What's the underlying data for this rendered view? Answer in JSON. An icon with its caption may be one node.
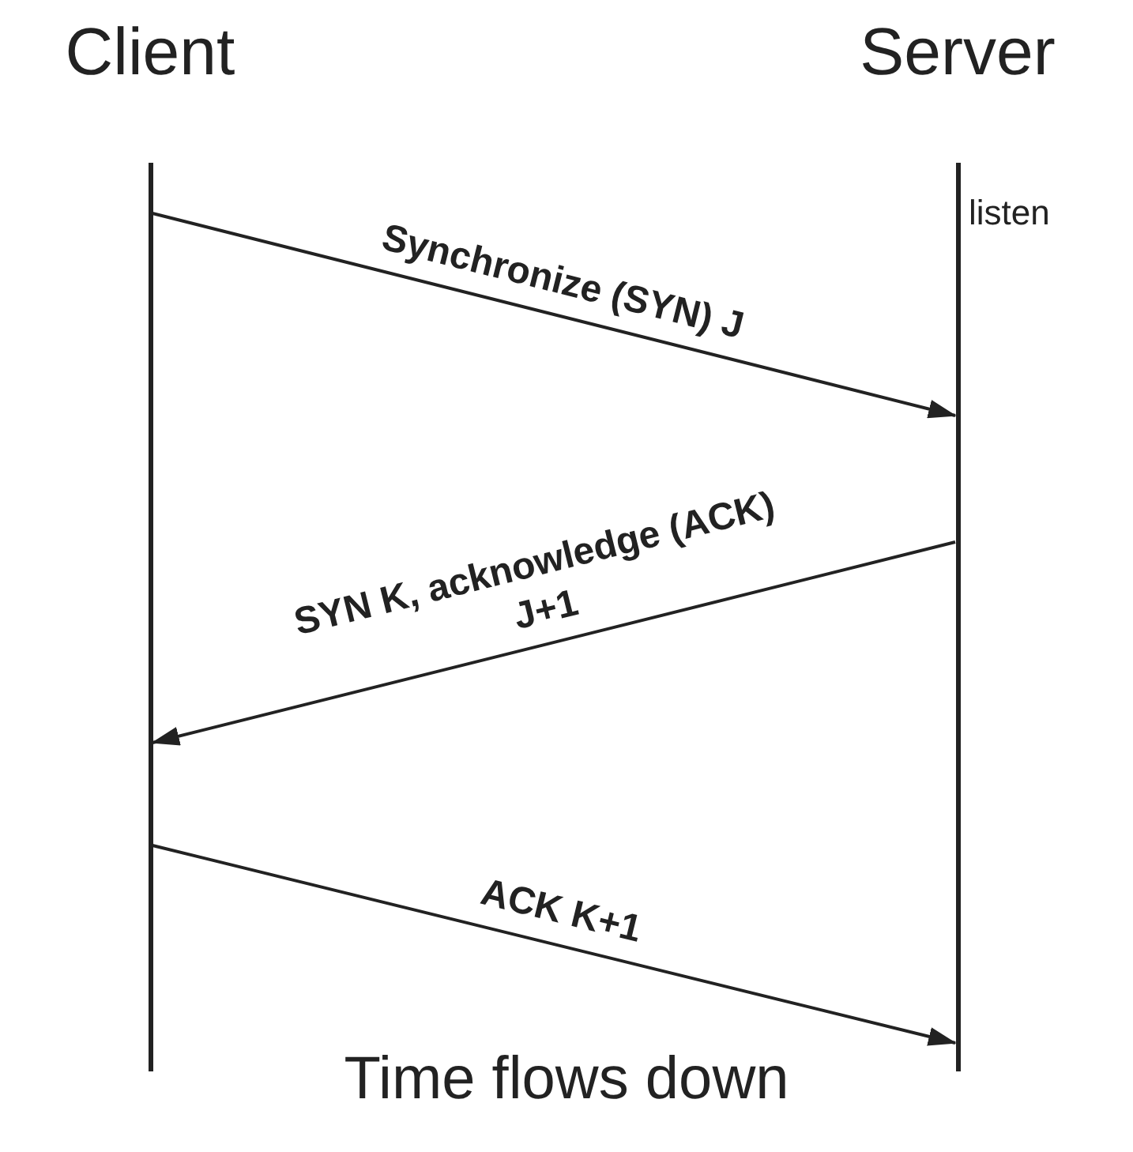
{
  "diagram": {
    "caption": "Time flows down",
    "nodes": [
      {
        "text": [
          "Client"
        ]
      },
      {
        "text": [
          "Server"
        ],
        "beside": [
          "listen"
        ]
      }
    ],
    "edges": [
      {
        "from": 0,
        "to": 1,
        "arrow": "to",
        "label": "Synchronize (SYN) J"
      },
      {
        "from": 1,
        "to": 0,
        "arrow": "to",
        "label": "SYN K, acknowledge (ACK) J+1"
      },
      {
        "from": 0,
        "to": 1,
        "arrow": "to",
        "label": "ACK K+1"
      }
    ]
  }
}
